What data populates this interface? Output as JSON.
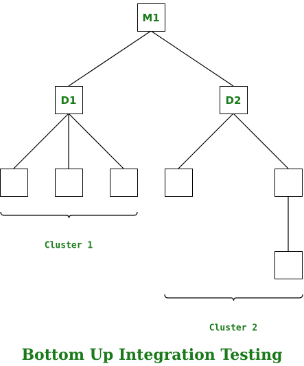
{
  "title": "Bottom Up Integration Testing",
  "colors": {
    "accent": "#1a7a1a",
    "line": "#000000",
    "box_fill": "#ffffff"
  },
  "nodes": [
    {
      "id": "m1",
      "label": "M1"
    },
    {
      "id": "d1",
      "label": "D1"
    },
    {
      "id": "d2",
      "label": "D2"
    },
    {
      "id": "c1a",
      "label": ""
    },
    {
      "id": "c1b",
      "label": ""
    },
    {
      "id": "c1c",
      "label": ""
    },
    {
      "id": "c2a",
      "label": ""
    },
    {
      "id": "c2b",
      "label": ""
    },
    {
      "id": "c2c",
      "label": ""
    }
  ],
  "edges": [
    {
      "from": "m1",
      "to": "d1"
    },
    {
      "from": "m1",
      "to": "d2"
    },
    {
      "from": "d1",
      "to": "c1a"
    },
    {
      "from": "d1",
      "to": "c1b"
    },
    {
      "from": "d1",
      "to": "c1c"
    },
    {
      "from": "d2",
      "to": "c2a"
    },
    {
      "from": "d2",
      "to": "c2b"
    },
    {
      "from": "c2b",
      "to": "c2c"
    }
  ],
  "clusters": [
    {
      "id": "cluster-1",
      "label": "Cluster 1",
      "members": [
        "c1a",
        "c1b",
        "c1c"
      ]
    },
    {
      "id": "cluster-2",
      "label": "Cluster 2",
      "members": [
        "c2a",
        "c2b",
        "c2c"
      ]
    }
  ]
}
